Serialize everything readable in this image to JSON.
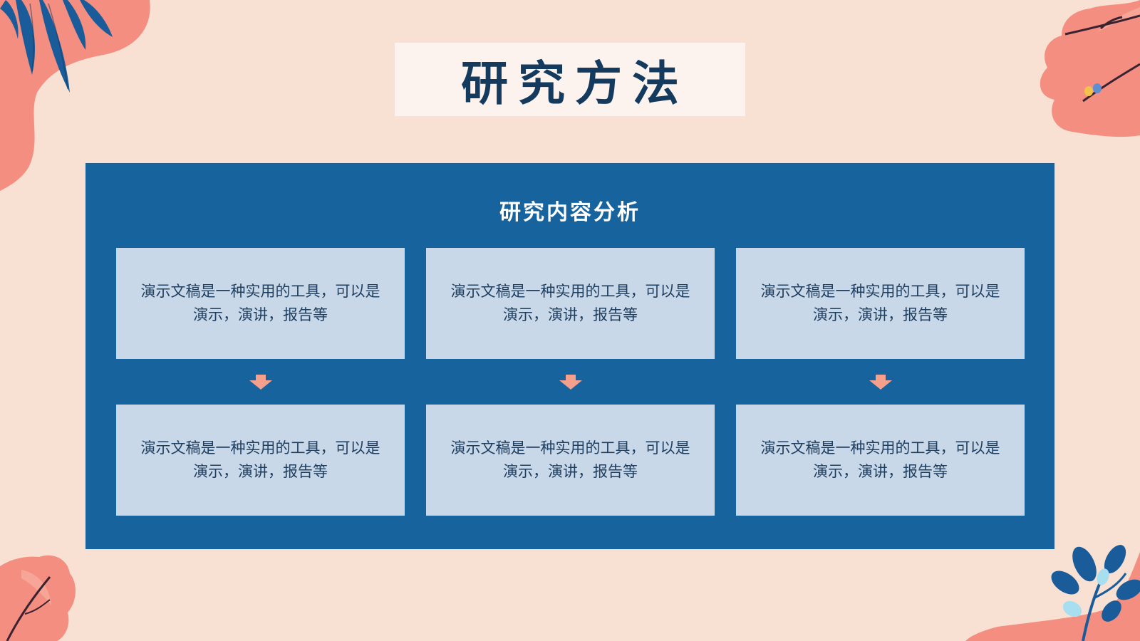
{
  "slide": {
    "title": "研究方法",
    "subtitle": "研究内容分析"
  },
  "cards": [
    {
      "text": "演示文稿是一种实用的工具，可以是演示，演讲，报告等"
    },
    {
      "text": "演示文稿是一种实用的工具，可以是演示，演讲，报告等"
    },
    {
      "text": "演示文稿是一种实用的工具，可以是演示，演讲，报告等"
    },
    {
      "text": "演示文稿是一种实用的工具，可以是演示，演讲，报告等"
    },
    {
      "text": "演示文稿是一种实用的工具，可以是演示，演讲，报告等"
    },
    {
      "text": "演示文稿是一种实用的工具，可以是演示，演讲，报告等"
    }
  ],
  "colors": {
    "background": "#f8e0d2",
    "panel": "#16639e",
    "card": "#c8d8e8",
    "title": "#143a5e",
    "arrow": "#f4a08c",
    "accent-coral": "#f48e80",
    "accent-blue": "#1a5c9a"
  },
  "icons": [
    "leaf-decoration",
    "coral-bush-decoration",
    "branch-with-birds",
    "blue-plant-decoration",
    "arrow-down-icon"
  ]
}
